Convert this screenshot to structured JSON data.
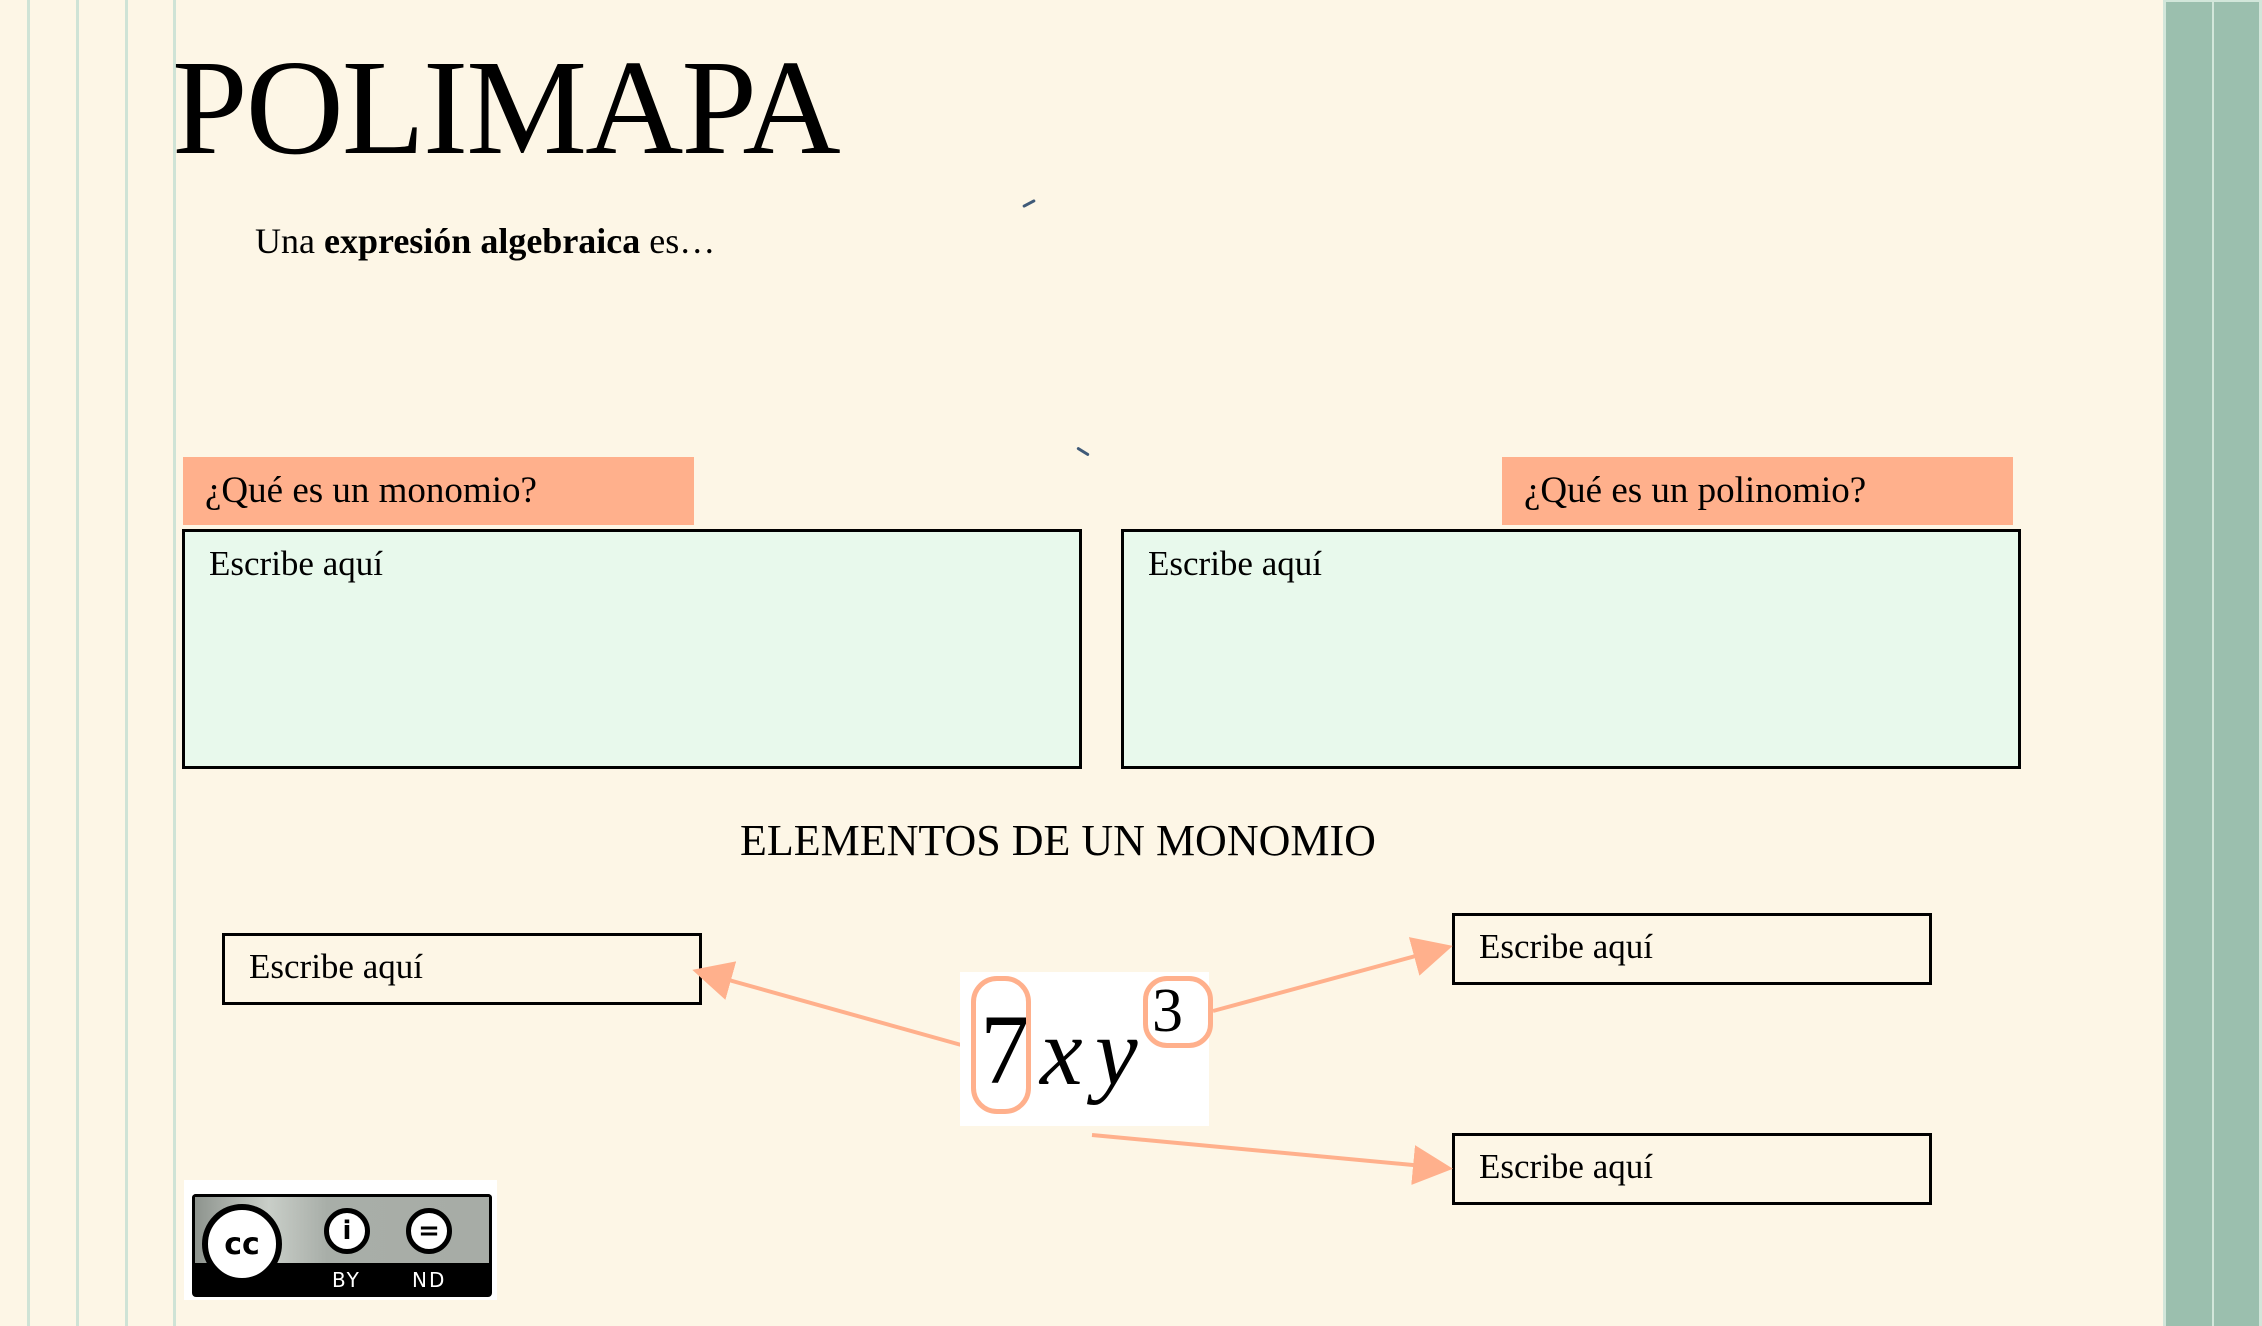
{
  "document": {
    "title": "POLIMAPA",
    "subtitle": {
      "prefix": "Una ",
      "bold": "expresión algebraica",
      "suffix": " es…"
    },
    "questions": [
      {
        "label": "¿Qué es un monomio?",
        "answer_placeholder": "Escribe aquí"
      },
      {
        "label": "¿Qué es un polinomio?",
        "answer_placeholder": "Escribe aquí"
      }
    ],
    "section_title": "ELEMENTOS DE UN MONOMIO",
    "monomial": {
      "coefficient": "7",
      "var1": "x",
      "var2": "y",
      "exponent": "3"
    },
    "element_boxes": [
      {
        "position": "left",
        "placeholder": "Escribe aquí",
        "points_to": "coefficient"
      },
      {
        "position": "right-top",
        "placeholder": "Escribe aquí",
        "points_to": "exponent"
      },
      {
        "position": "right-bottom",
        "placeholder": "Escribe aquí",
        "points_to": "literal part"
      }
    ],
    "license": {
      "badge": "cc",
      "by_label": "BY",
      "nd_label": "ND"
    }
  },
  "colors": {
    "background": "#FDF6E6",
    "accent_label": "#FFB08C",
    "answer_box": "#E8F9EC",
    "side_stripe": "#9BBFAE",
    "grid_line": "#CFE3D6",
    "arrow": "#FFB08C"
  }
}
